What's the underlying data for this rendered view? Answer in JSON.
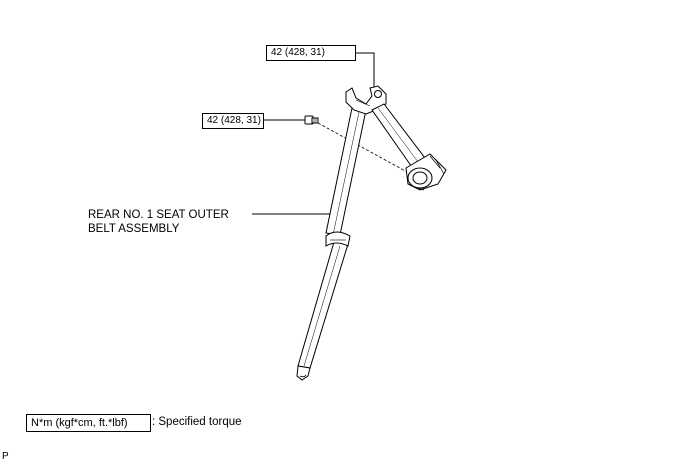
{
  "torque_labels": {
    "upper": "42 (428, 31)",
    "lower": "42 (428, 31)"
  },
  "part_label": {
    "line1": "REAR NO. 1 SEAT OUTER",
    "line2": "BELT ASSEMBLY"
  },
  "legend": {
    "unit_box": "N*m (kgf*cm, ft.*lbf)",
    "description": ": Specified torque"
  },
  "corner_code": "P"
}
